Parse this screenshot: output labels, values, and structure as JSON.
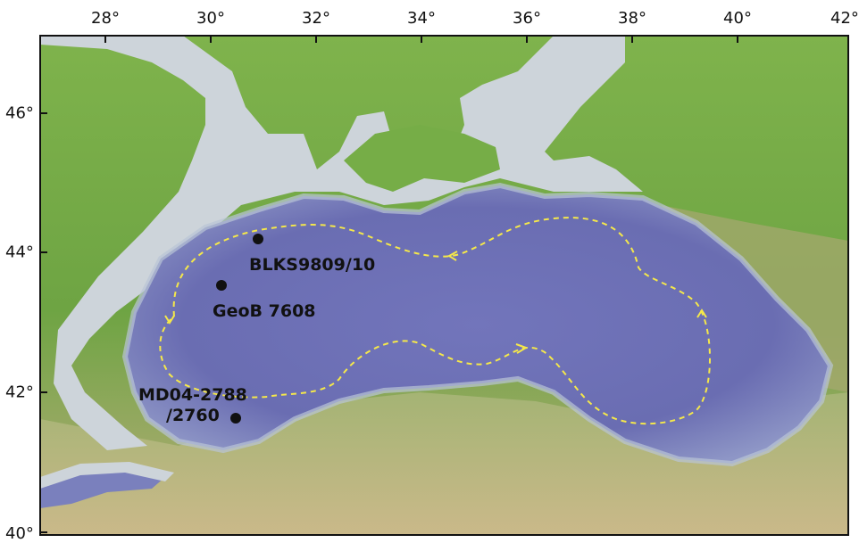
{
  "map": {
    "lon_ticks": [
      "28°",
      "30°",
      "32°",
      "34°",
      "36°",
      "38°",
      "40°",
      "42°"
    ],
    "lat_ticks": [
      "46°",
      "44°",
      "42°",
      "40°"
    ],
    "sites": [
      {
        "id": "blks",
        "label": "BLKS9809/10"
      },
      {
        "id": "geob",
        "label": "GeoB 7608"
      },
      {
        "id": "md04",
        "label_line1": "MD04-2788",
        "label_line2": "/2760"
      }
    ],
    "colors": {
      "land": "#6fa843",
      "highland": "#c9b98a",
      "shelf": "#cfd6dc",
      "deep_sea": "#6f72b8",
      "current": "#f5e84a",
      "site_marker": "#111111"
    }
  }
}
